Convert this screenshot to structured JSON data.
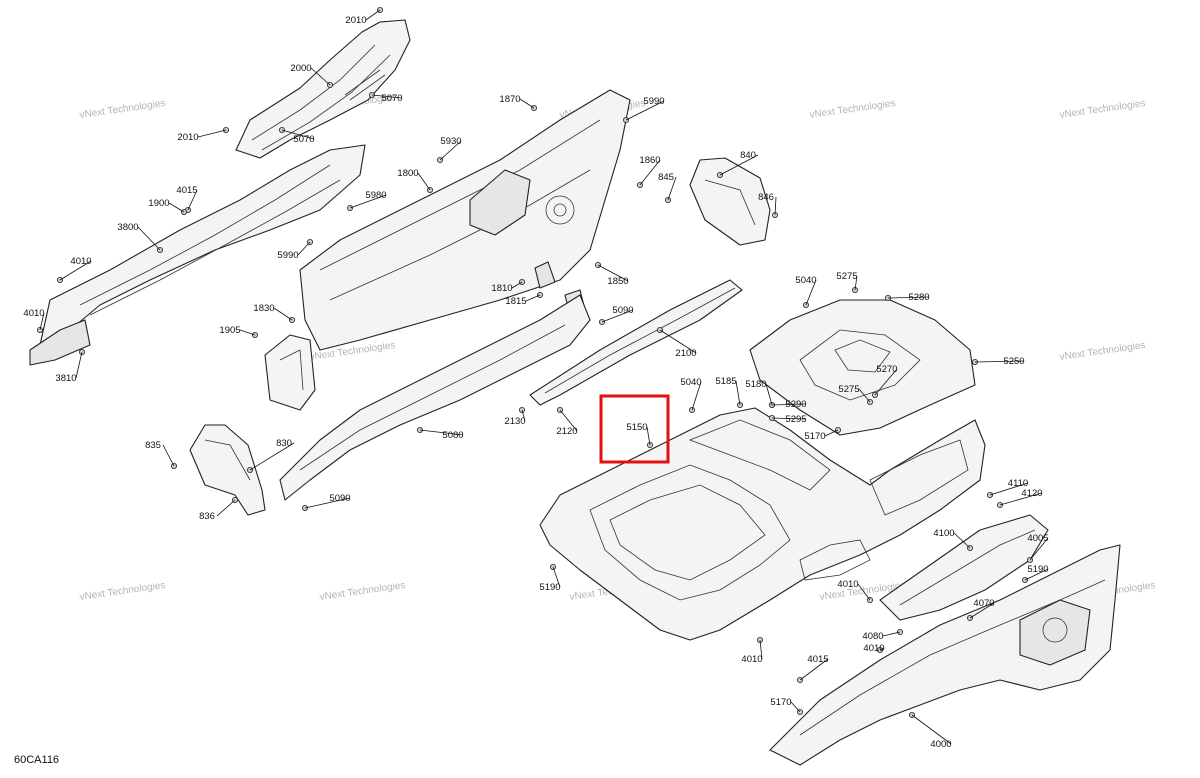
{
  "diagram_code": "60CA116",
  "watermark_text": "vNext Technologies",
  "highlight": {
    "part_number": "5150",
    "color": "#e01010"
  },
  "callouts": [
    "2010",
    "2000",
    "5070",
    "5070",
    "2010",
    "1870",
    "5990",
    "5930",
    "1860",
    "840",
    "845",
    "846",
    "4015",
    "1900",
    "1800",
    "5980",
    "3800",
    "5990",
    "4010",
    "4010",
    "1810",
    "1815",
    "1850",
    "1830",
    "1905",
    "5090",
    "5040",
    "5275",
    "5280",
    "3810",
    "2100",
    "5250",
    "5270",
    "5040",
    "5185",
    "5180",
    "5290",
    "5295",
    "5275",
    "5170",
    "835",
    "830",
    "5080",
    "2130",
    "2120",
    "5150",
    "4110",
    "4120",
    "836",
    "5090",
    "4100",
    "4005",
    "5190",
    "5190",
    "4010",
    "4015",
    "4070",
    "4080",
    "4010",
    "5170",
    "4010",
    "4000"
  ]
}
